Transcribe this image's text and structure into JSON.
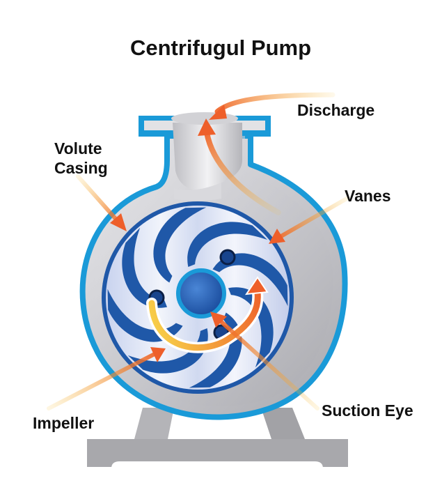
{
  "title": "Centrifugul Pump",
  "labels": {
    "discharge": "Discharge",
    "volute_line1": "Volute",
    "volute_line2": "Casing",
    "vanes": "Vanes",
    "impeller": "Impeller",
    "suction_eye": "Suction Eye"
  },
  "colors": {
    "casing_outline": "#1a9ad8",
    "casing_fill": "#cfcfd4",
    "impeller_blue": "#2060b0",
    "impeller_light": "#dfe6f6",
    "arrow_orange": "#ee6a2a",
    "arrow_yellow": "#f6c231",
    "base_gray": "#a8a8ac"
  }
}
